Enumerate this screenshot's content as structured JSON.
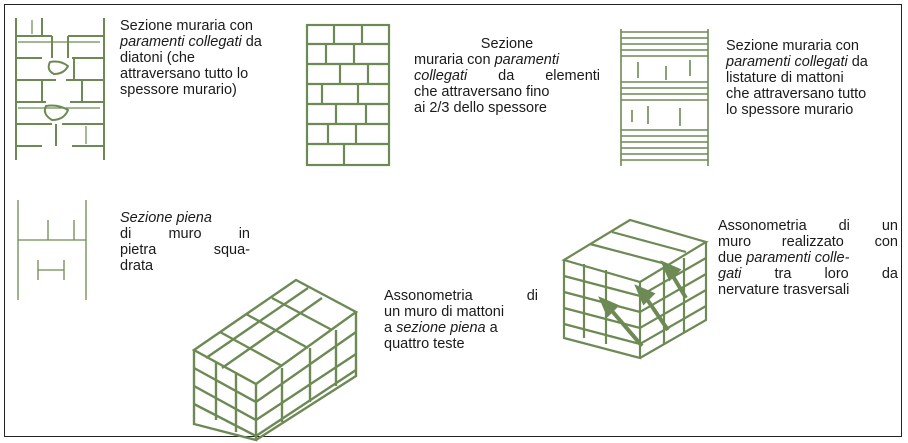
{
  "colors": {
    "ink": "#6d8a55",
    "text": "#1a1a1a",
    "border": "#222222"
  },
  "captions": {
    "c1": {
      "l1": "Sezione muraria con",
      "l2a": "paramenti collegati",
      "l2b": " da",
      "l3": "diatoni (che",
      "l4": "attraversano tutto lo",
      "l5": "spessore murario)"
    },
    "c2": {
      "l1": "Sezione",
      "l2a": "muraria con ",
      "l2b": "paramenti",
      "l3a": "collegati",
      "l3b": "da elementi",
      "l4": "che attraversano fino",
      "l5": "ai 2/3  dello spessore"
    },
    "c3": {
      "l1": "Sezione muraria con",
      "l2a": "paramenti collegati",
      "l2b": " da",
      "l3": "listature di mattoni",
      "l4": "che attraversano tutto",
      "l5": "lo spessore murario"
    },
    "c4": {
      "l1": "Sezione piena",
      "l2": "di muro in",
      "l3": "pietra squa-",
      "l4": "drata"
    },
    "c5": {
      "l1": "Assonometria di",
      "l2": "un muro di mattoni",
      "l3a": "a ",
      "l3b": "sezione piena",
      "l3c": " a",
      "l4": "quattro teste"
    },
    "c6": {
      "l1": "Assonometria di un",
      "l2": "muro realizzato con",
      "l3a": "due ",
      "l3b": "paramenti colle-",
      "l4a": "gati",
      "l4b": " tra loro da",
      "l5": "nervature trasversali"
    }
  }
}
